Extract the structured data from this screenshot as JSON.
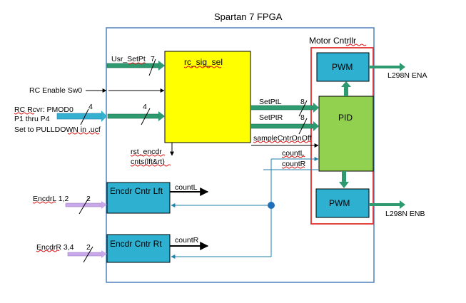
{
  "title": "Spartan 7 FPGA",
  "motor_group_label": "Motor Cntrllr",
  "blocks": {
    "rc_sig_sel": "rc_sig_sel",
    "pwm_top": "PWM",
    "pid": "PID",
    "pwm_bottom": "PWM",
    "encdr_cntr_lft": "Encdr Cntr Lft",
    "encdr_cntr_rt": "Encdr Cntr Rt"
  },
  "inputs": {
    "usr_setpt": "Usr_SetPt",
    "usr_setpt_width": "7",
    "rc_enable": "RC Enable Sw0",
    "rc_rcvr_line1": "RC Rcvr: PMOD0",
    "rc_rcvr_line2": "P1 thru P4",
    "rc_rcvr_line3": "Set to PULLDOWN in .ucf",
    "rc_rcvr_width_outer": "4",
    "rc_rcvr_width_inner": "4",
    "encdrl": "EncdrL 1,2",
    "encdrl_width": "2",
    "encdrr": "EncdrR 3,4",
    "encdrr_width": "2"
  },
  "signals": {
    "setptl": "SetPtL",
    "setptl_width": "8",
    "setptr": "SetPtR",
    "setptr_width": "8",
    "sample": "sampleCntrOnOff",
    "countl_pid": "countL",
    "countr_pid": "countR",
    "rst_line1": "rst_encdr",
    "rst_line2": "cnts(lft&rt)",
    "countl_out": "countL",
    "countr_out": "countR"
  },
  "outputs": {
    "ena": "L298N ENA",
    "enb": "L298N ENB"
  },
  "colors": {
    "fpga_border": "#4f81bd",
    "motor_border": "#e03030",
    "rc_sig_sel_fill": "#ffff00",
    "pwm_fill": "#2eb0d0",
    "pid_fill": "#92d050",
    "encdr_fill": "#2eb0d0",
    "green_arrow": "#2e9a70",
    "blue_arrow": "#1f7fa8",
    "cyan_arrow": "#36b0d0",
    "lilac_arrow": "#c8a8e8",
    "junction_dot": "#1f6fb8"
  }
}
